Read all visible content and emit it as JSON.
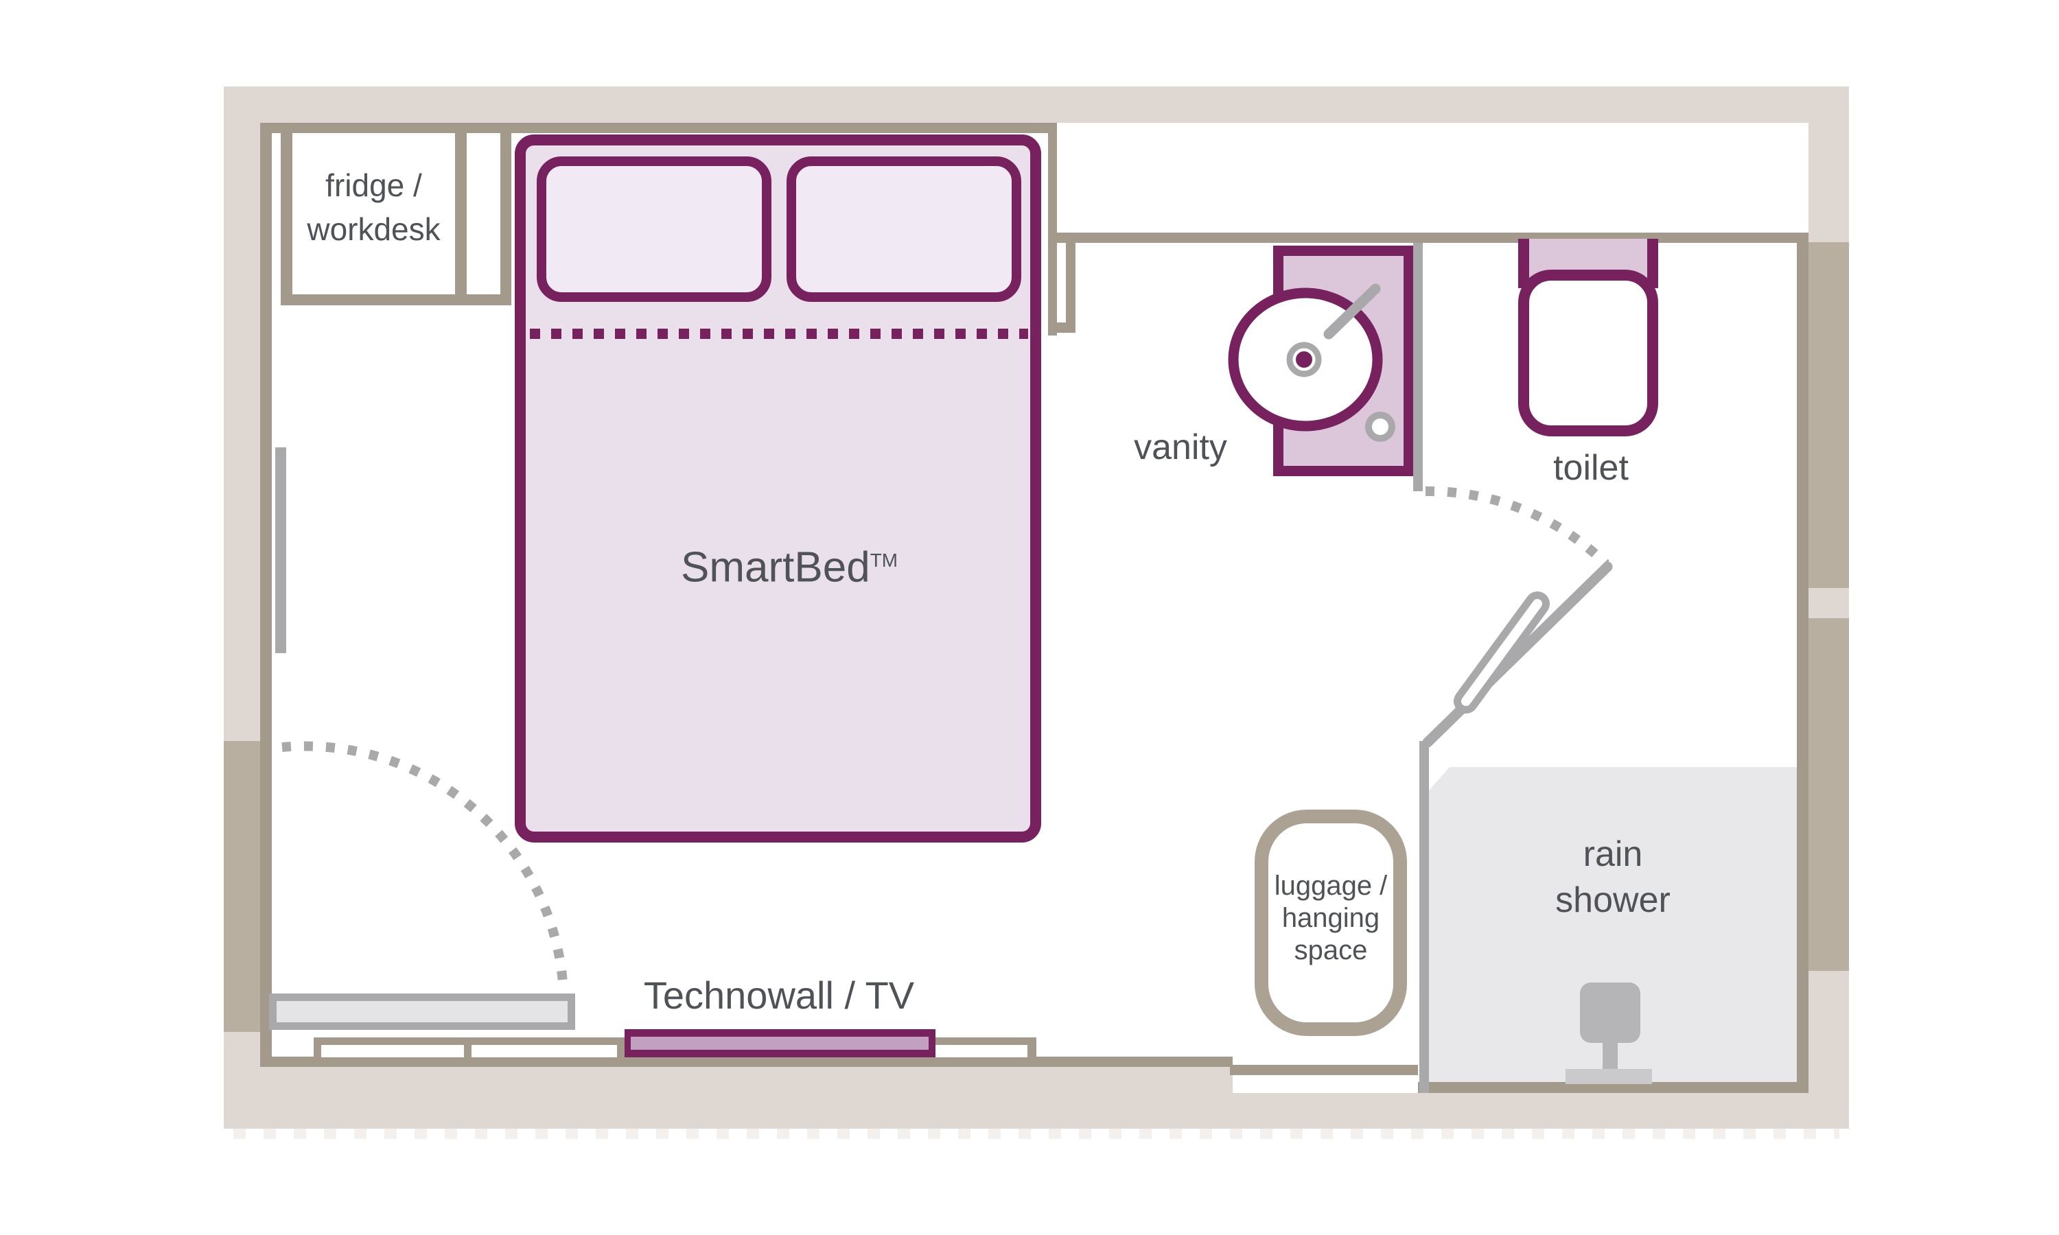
{
  "plan": {
    "labels": {
      "fridge_line1": "fridge /",
      "fridge_line2": "workdesk",
      "smartbed_name": "SmartBed",
      "smartbed_tm": "TM",
      "vanity": "vanity",
      "toilet": "toilet",
      "technowall": "Technowall / TV",
      "luggage_line1": "luggage /",
      "luggage_line2": "hanging",
      "luggage_line3": "space",
      "shower_line1": "rain",
      "shower_line2": "shower"
    },
    "colors": {
      "wall_band_light": "#ded7d2",
      "wall_band_dark": "#b9afa0",
      "wall_line": "#a49a8c",
      "luggage_line": "#aca294",
      "purple": "#77215f",
      "bed_fill": "#e9e0ec",
      "pillow_fill": "#f1e9f3",
      "vanity_fill": "#dcc6da",
      "tv_inner": "#c1a0c1",
      "gray_line": "#a9a9ab",
      "door_fill": "#e4e4e6",
      "shower_fill": "#e8e8ea",
      "shower_head": "#b5b5b7",
      "shower_base": "#cacacc",
      "label_text": "#4f5256"
    }
  }
}
